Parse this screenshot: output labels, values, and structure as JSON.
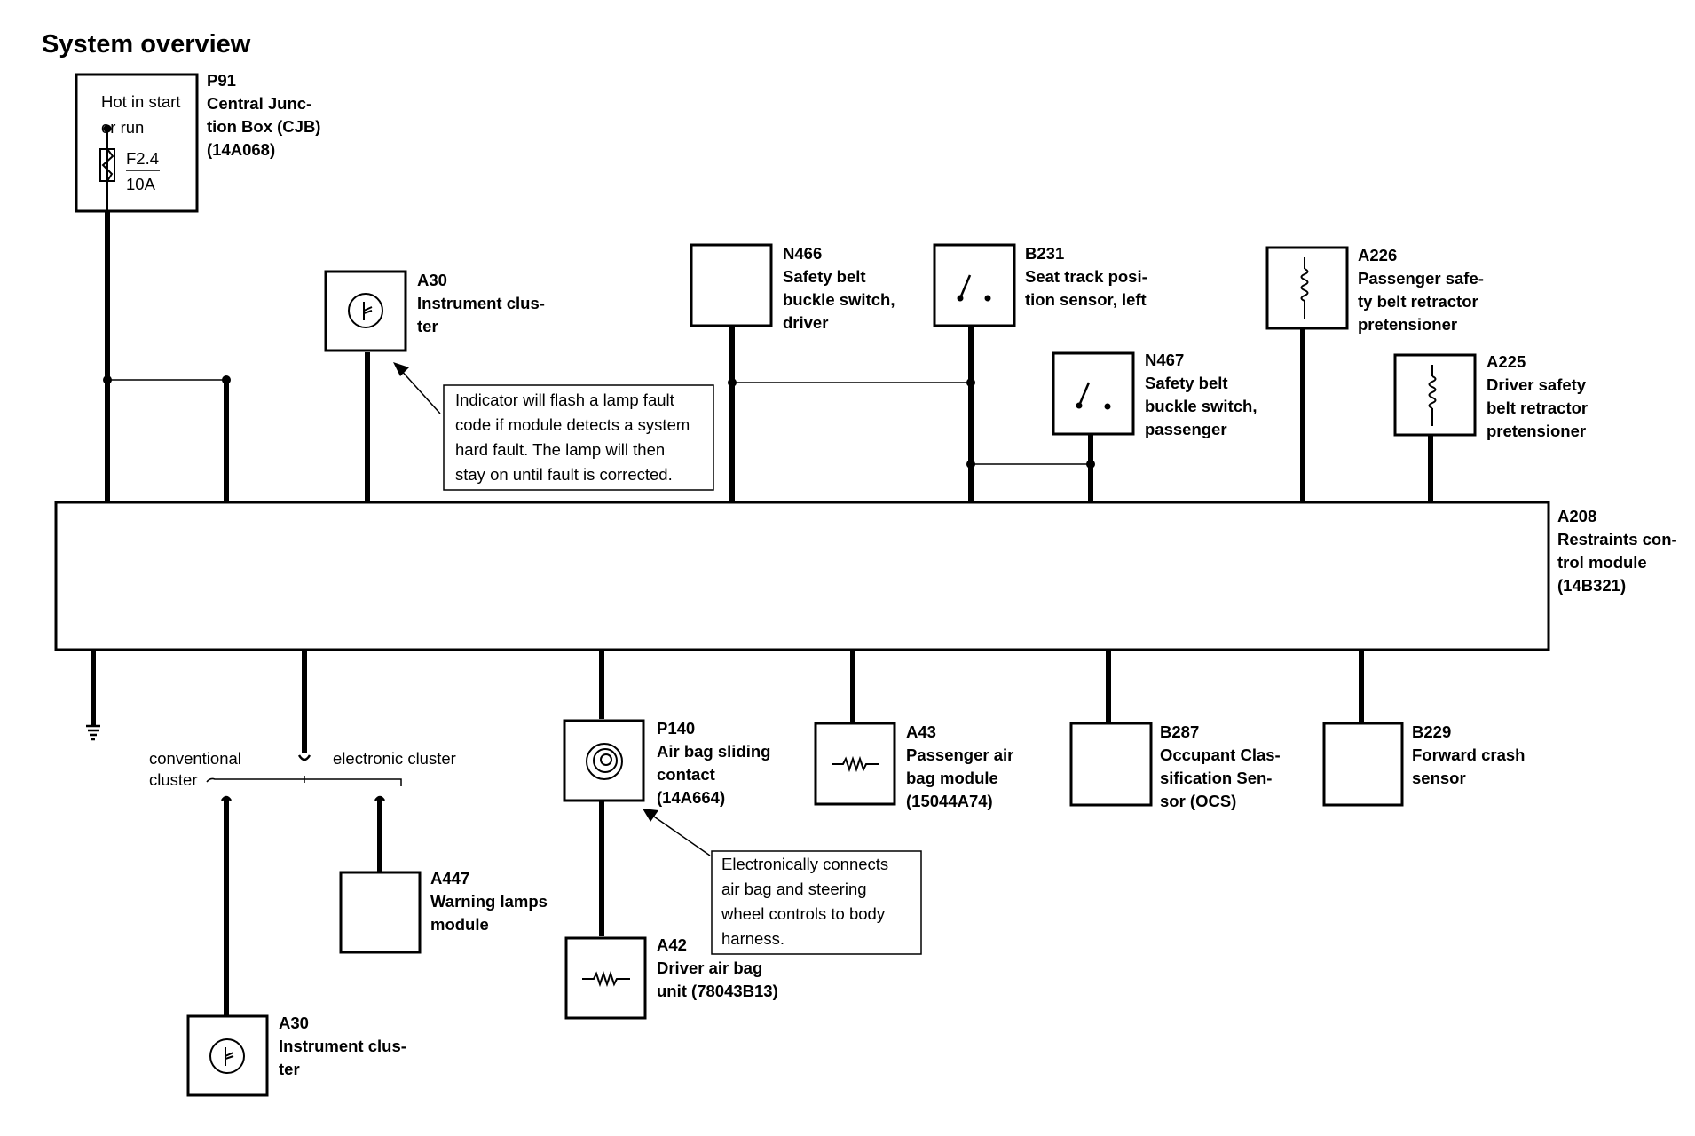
{
  "diagram": {
    "title": "System overview",
    "components": {
      "p91": {
        "id": "P91",
        "name_lines": [
          "Central Junc-",
          "tion Box (CJB)",
          "(14A068)"
        ],
        "note_lines": [
          "Hot in start",
          "or run"
        ],
        "fuse_id": "F2.4",
        "fuse_rating": "10A"
      },
      "a30_top": {
        "id": "A30",
        "name_lines": [
          "Instrument clus-",
          "ter"
        ]
      },
      "n466": {
        "id": "N466",
        "name_lines": [
          "Safety belt",
          "buckle switch,",
          "driver"
        ]
      },
      "b231": {
        "id": "B231",
        "name_lines": [
          "Seat track posi-",
          "tion sensor, left"
        ]
      },
      "n467": {
        "id": "N467",
        "name_lines": [
          "Safety belt",
          "buckle switch,",
          "passenger"
        ]
      },
      "a226": {
        "id": "A226",
        "name_lines": [
          "Passenger safe-",
          "ty belt retractor",
          "pretensioner"
        ]
      },
      "a225": {
        "id": "A225",
        "name_lines": [
          "Driver safety",
          "belt retractor",
          "pretensioner"
        ]
      },
      "a208": {
        "id": "A208",
        "name_lines": [
          "Restraints con-",
          "trol module",
          "(14B321)"
        ]
      },
      "p140": {
        "id": "P140",
        "name_lines": [
          "Air bag sliding",
          "contact",
          "(14A664)"
        ]
      },
      "a43": {
        "id": "A43",
        "name_lines": [
          "Passenger air",
          "bag module",
          "(15044A74)"
        ]
      },
      "b287": {
        "id": "B287",
        "name_lines": [
          "Occupant Clas-",
          "sification Sen-",
          "sor (OCS)"
        ]
      },
      "b229": {
        "id": "B229",
        "name_lines": [
          "Forward crash",
          "sensor"
        ]
      },
      "a447": {
        "id": "A447",
        "name_lines": [
          "Warning lamps",
          "module"
        ]
      },
      "a42": {
        "id": "A42",
        "name_lines": [
          "Driver air bag",
          "unit (78043B13)"
        ]
      },
      "a30_bottom": {
        "id": "A30",
        "name_lines": [
          "Instrument clus-",
          "ter"
        ]
      }
    },
    "branch_labels": {
      "conventional_lines": [
        "conventional",
        "cluster"
      ],
      "electronic": "electronic cluster"
    },
    "notes": {
      "indicator_lines": [
        "Indicator will flash a lamp fault",
        "code if module detects a system",
        "hard fault.  The lamp will then",
        "stay on until fault is corrected."
      ],
      "sliding_contact_lines": [
        "Electronically connects",
        "air bag and steering",
        "wheel controls to body",
        "harness."
      ]
    }
  }
}
